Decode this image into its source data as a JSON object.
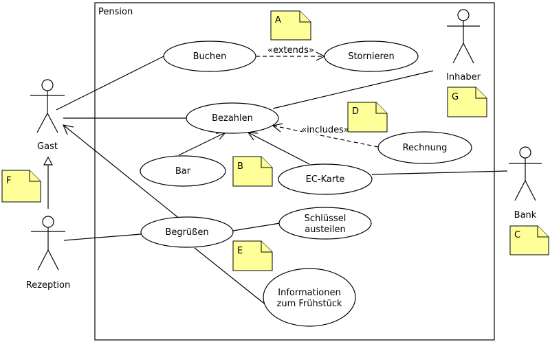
{
  "system": {
    "name": "Pension"
  },
  "actors": {
    "gast": "Gast",
    "rezeption": "Rezeption",
    "inhaber": "Inhaber",
    "bank": "Bank"
  },
  "usecases": {
    "buchen": "Buchen",
    "stornieren": "Stornieren",
    "bezahlen": "Bezahlen",
    "rechnung": "Rechnung",
    "bar": "Bar",
    "ec_karte": "EC-Karte",
    "begruessen": "Begrüßen",
    "schluessel_line1": "Schlüssel",
    "schluessel_line2": "austeilen",
    "info_line1": "Informationen",
    "info_line2": "zum Frühstück"
  },
  "relations": {
    "extends": "«extends»",
    "includes": "«includes»"
  },
  "notes": {
    "a": "A",
    "b": "B",
    "c": "C",
    "d": "D",
    "e": "E",
    "f": "F",
    "g": "G"
  },
  "colors": {
    "note_fill": "#ffff99",
    "line": "#000000",
    "background": "#ffffff"
  }
}
